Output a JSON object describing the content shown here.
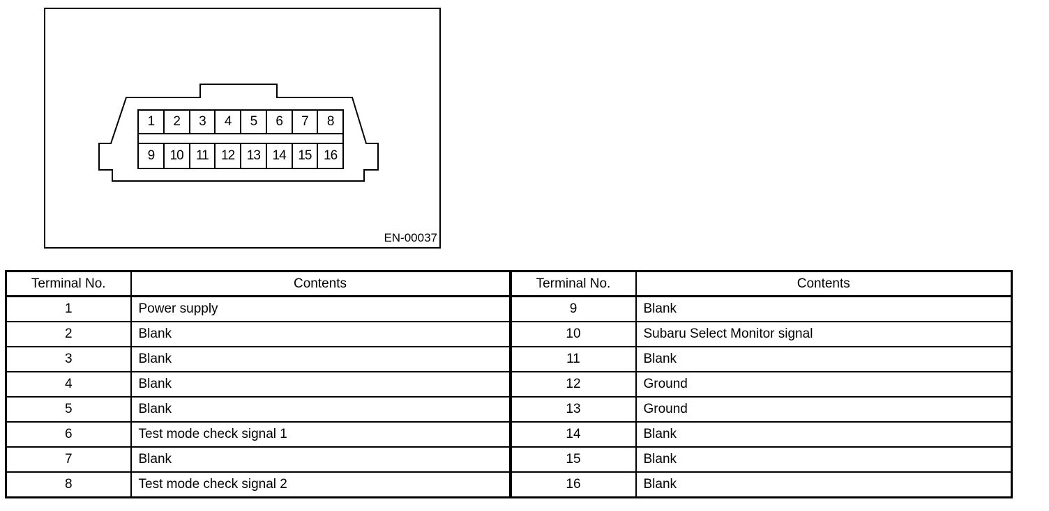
{
  "figure": {
    "code_label": "EN-00037",
    "connector": {
      "top_row_pins": [
        "1",
        "2",
        "3",
        "4",
        "5",
        "6",
        "7",
        "8"
      ],
      "bottom_row_pins": [
        "9",
        "10",
        "11",
        "12",
        "13",
        "14",
        "15",
        "16"
      ]
    }
  },
  "table": {
    "left": {
      "headers": [
        "Terminal No.",
        "Contents"
      ],
      "rows": [
        [
          "1",
          "Power supply"
        ],
        [
          "2",
          "Blank"
        ],
        [
          "3",
          "Blank"
        ],
        [
          "4",
          "Blank"
        ],
        [
          "5",
          "Blank"
        ],
        [
          "6",
          "Test mode check signal 1"
        ],
        [
          "7",
          "Blank"
        ],
        [
          "8",
          "Test mode check signal 2"
        ]
      ]
    },
    "right": {
      "headers": [
        "Terminal No.",
        "Contents"
      ],
      "rows": [
        [
          "9",
          "Blank"
        ],
        [
          "10",
          "Subaru Select Monitor signal"
        ],
        [
          "11",
          "Blank"
        ],
        [
          "12",
          "Ground"
        ],
        [
          "13",
          "Ground"
        ],
        [
          "14",
          "Blank"
        ],
        [
          "15",
          "Blank"
        ],
        [
          "16",
          "Blank"
        ]
      ]
    }
  },
  "colors": {
    "line": "#000000",
    "background": "#ffffff"
  }
}
